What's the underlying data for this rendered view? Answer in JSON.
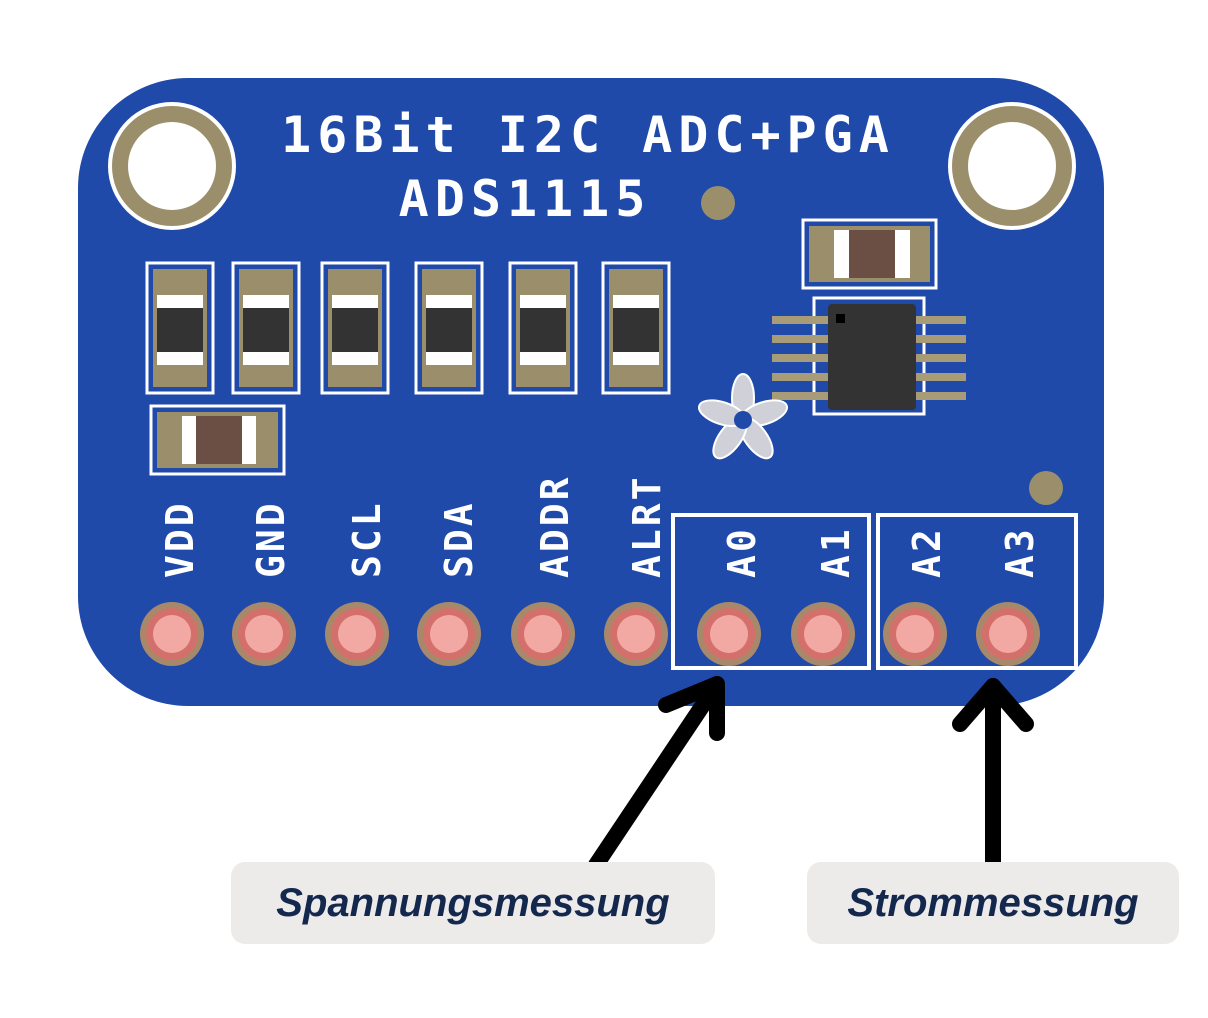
{
  "board": {
    "title_line1": "16Bit I2C ADC+PGA",
    "title_line2": "ADS1115",
    "pins": [
      "VDD",
      "GND",
      "SCL",
      "SDA",
      "ADDR",
      "ALRT",
      "A0",
      "A1",
      "A2",
      "A3"
    ]
  },
  "callouts": {
    "left": "Spannungsmessung",
    "right": "Strommessung"
  },
  "colors": {
    "pcb": "#1f4aaa",
    "pad": "#9a8f6a",
    "pin_pad": "#f2a9a4",
    "silkscreen": "#ffffff",
    "arrow": "#000000",
    "callout_text": "#14284e"
  }
}
